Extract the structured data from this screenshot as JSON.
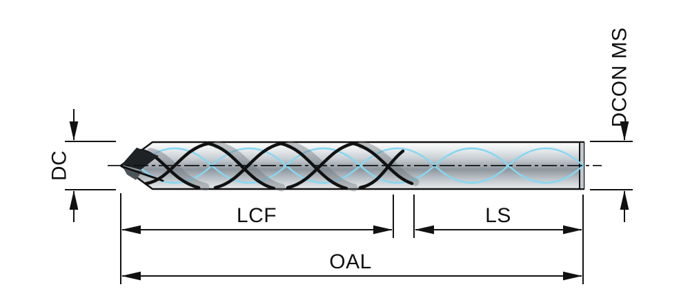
{
  "labels": {
    "dc": "DC",
    "dcon_ms": "DCON MS",
    "lcf": "LCF",
    "ls": "LS",
    "oal": "OAL"
  },
  "colors": {
    "line": "#111111",
    "coolant_blue": "#86d7f2",
    "steel_light": "#f4f6f7",
    "steel_mid": "#c7cdd2",
    "steel_dark": "#8f979e",
    "background": "#ffffff"
  }
}
